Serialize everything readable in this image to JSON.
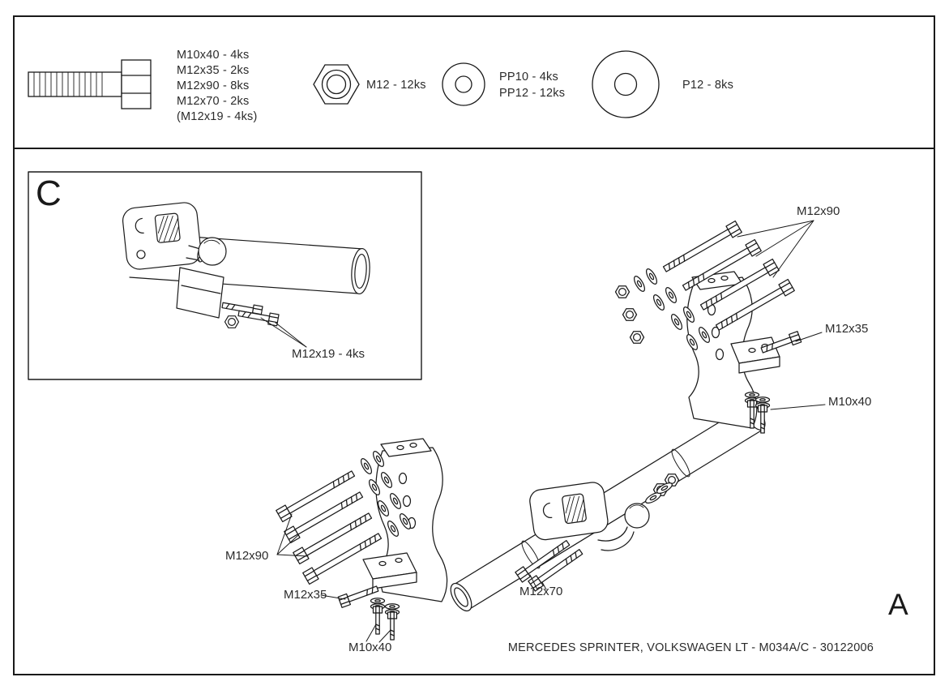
{
  "page": {
    "footer": "MERCEDES SPRINTER, VOLKSWAGEN LT - M034A/C - 30122006"
  },
  "legend": {
    "icons": {
      "bolt": "bolt-side-view-icon",
      "nut": "hex-nut-icon",
      "washer_small": "spring-washer-icon",
      "washer_large": "flat-washer-icon"
    },
    "bolt_sizes": [
      "M10x40 - 4ks",
      "M12x35 - 2ks",
      "M12x90 - 8ks",
      "M12x70 - 2ks",
      "(M12x19 - 4ks)"
    ],
    "nut_label": "M12 - 12ks",
    "washer_small_labels": [
      "PP10 - 4ks",
      "PP12 - 12ks"
    ],
    "washer_large_label": "P12 - 8ks"
  },
  "inset": {
    "section_letter": "C",
    "callout_m12x19": "M12x19 - 4ks"
  },
  "main": {
    "section_letter": "A",
    "callouts": {
      "m12x90": "M12x90",
      "m12x35": "M12x35",
      "m10x40": "M10x40",
      "m12x70": "M12x70"
    }
  }
}
